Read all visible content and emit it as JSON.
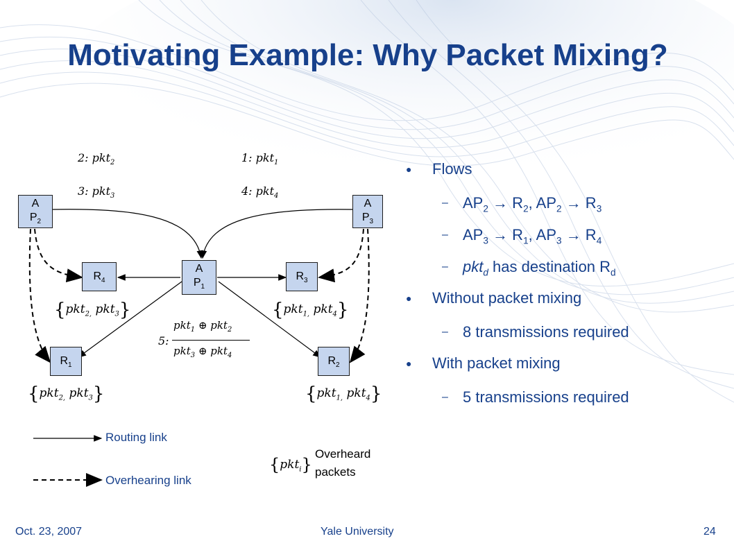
{
  "slide": {
    "title": "Motivating Example: Why Packet Mixing?",
    "footer_left": "Oct. 23, 2007",
    "footer_center": "Yale University",
    "footer_right": "24"
  },
  "diagram": {
    "nodes": {
      "ap2": "AP2",
      "ap3": "AP3",
      "ap1": "AP1",
      "r4": "R4",
      "r3": "R3",
      "r1": "R1",
      "r2": "R2"
    },
    "transmissions": {
      "t2": "2: pkt2",
      "t3": "3: pkt3",
      "t1": "1: pkt1",
      "t4": "4: pkt4",
      "t5_prefix": "5:",
      "t5_top": "pkt1 ⊕ pkt2",
      "t5_bottom": "pkt3 ⊕ pkt4"
    },
    "sets": {
      "r4_set": "{pkt2, pkt3}",
      "r3_set": "{pkt1, pkt4}",
      "r1_set": "{pkt2, pkt3}",
      "r2_set": "{pkt1, pkt4}"
    },
    "legend": {
      "routing": "Routing link",
      "overhearing": "Overhearing link",
      "overheard_symbol": "{pkti}",
      "overheard": "Overheard packets"
    }
  },
  "bullets": [
    {
      "level": 1,
      "text": "Flows"
    },
    {
      "level": 2,
      "text": "AP2 → R2, AP2 → R3"
    },
    {
      "level": 2,
      "text": "AP3 → R1, AP3 → R4"
    },
    {
      "level": 2,
      "text": "pktd has destination Rd"
    },
    {
      "level": 1,
      "text": "Without packet mixing"
    },
    {
      "level": 2,
      "text": "8 transmissions required"
    },
    {
      "level": 1,
      "text": "With packet mixing"
    },
    {
      "level": 2,
      "text": "5 transmissions required"
    }
  ],
  "colors": {
    "title": "#17408b",
    "node_fill": "#c5d5ee",
    "text": "#17408b"
  }
}
